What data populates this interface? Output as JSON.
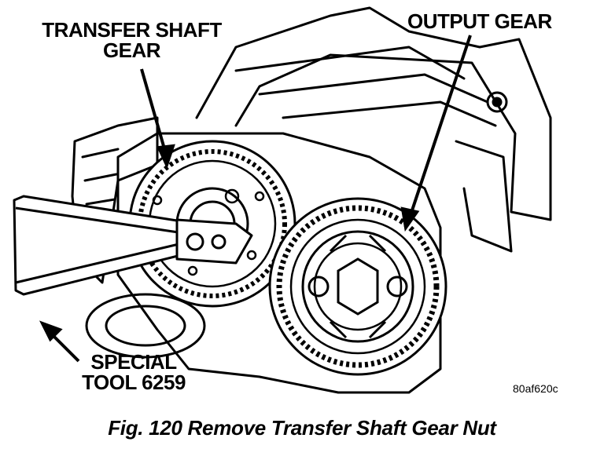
{
  "labels": {
    "transfer_shaft_gear": "TRANSFER SHAFT\nGEAR",
    "output_gear": "OUTPUT GEAR",
    "special_tool": "SPECIAL\nTOOL 6259",
    "ref_code": "80af620c"
  },
  "caption": "Fig. 120 Remove Transfer Shaft Gear Nut",
  "colors": {
    "ink": "#000000",
    "paper": "#ffffff"
  }
}
